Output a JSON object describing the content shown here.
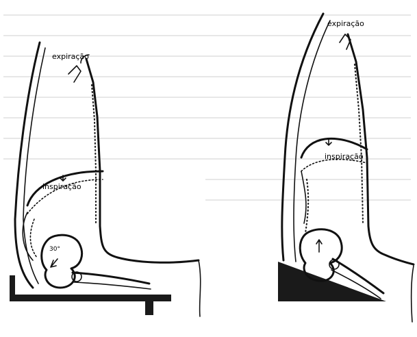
{
  "left_figure": {
    "label_expiration": "expiração",
    "label_inspiration": "inspiração",
    "angle_label": "30°"
  },
  "right_figure": {
    "label_expiration": "expiração",
    "label_inspiration": "inspiração"
  },
  "colors": {
    "ink": "#111111",
    "support_fill": "#1a1a1a",
    "background": "#ffffff"
  }
}
